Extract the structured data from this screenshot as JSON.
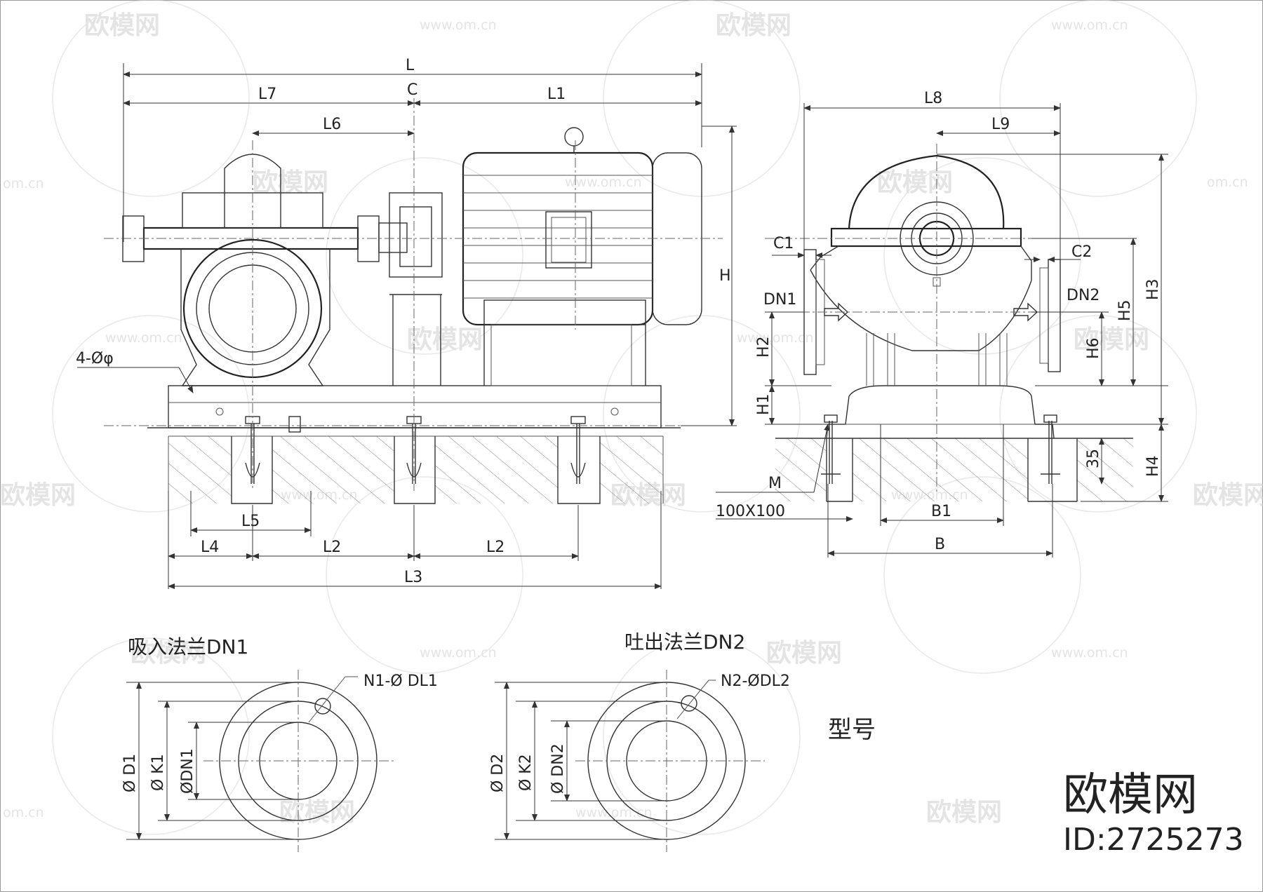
{
  "views": {
    "front": {
      "dims_top": [
        "L",
        "L7",
        "C",
        "L1",
        "L6"
      ],
      "dims_side": [
        "H"
      ],
      "hole_note": "4-Øφ",
      "dims_bottom": [
        "L5",
        "L4",
        "L2",
        "L2",
        "L3"
      ]
    },
    "side": {
      "dims_top": [
        "L8",
        "L9"
      ],
      "dims_left": [
        "C1",
        "DN1",
        "H2",
        "H1",
        "M",
        "100X100"
      ],
      "dims_right": [
        "C2",
        "DN2",
        "H5",
        "H6",
        "H3",
        "H4",
        "35"
      ],
      "dims_bottom": [
        "B1",
        "B"
      ]
    }
  },
  "flanges": {
    "suction": {
      "title": "吸入法兰DN1",
      "hole_label": "N1-Ø DL1",
      "dims": [
        "Ø D1",
        "Ø K1",
        "ØDN1"
      ]
    },
    "discharge": {
      "title": "吐出法兰DN2",
      "hole_label": "N2-ØDL2",
      "dims": [
        "Ø D2",
        "Ø K2",
        "Ø DN2"
      ]
    }
  },
  "model_label": "型号",
  "brand": {
    "name": "欧模网",
    "id": "ID:2725273"
  },
  "watermark": {
    "logo_text": "欧模网",
    "url_text": "www.om.cn",
    "partial_url_text": "om.cn"
  }
}
